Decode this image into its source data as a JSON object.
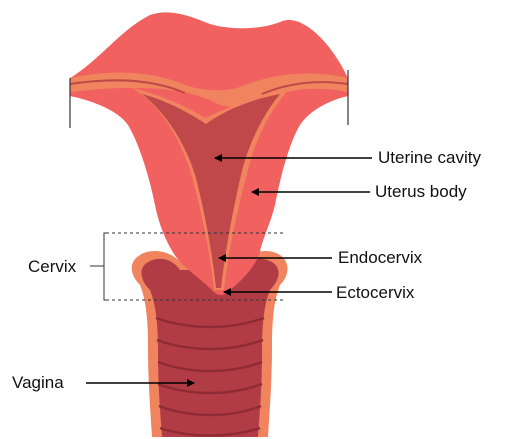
{
  "labels": {
    "uterine_cavity": "Uterine cavity",
    "uterus_body": "Uterus body",
    "cervix": "Cervix",
    "endocervix": "Endocervix",
    "ectocervix": "Ectocervix",
    "vagina": "Vagina"
  },
  "colors": {
    "tissue": "#f0615f",
    "lining": "#f0845f",
    "cavity": "#c0484a",
    "vagina_canal": "#b23c45",
    "fold_line": "#8f2b35",
    "arrow": "#000000"
  }
}
